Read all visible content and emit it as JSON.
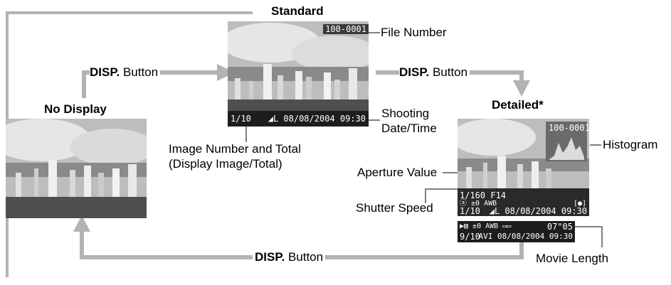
{
  "titles": {
    "standard": "Standard",
    "no_display": "No Display",
    "detailed": "Detailed*"
  },
  "buttons": {
    "disp_bold": "DISP.",
    "disp_text": " Button"
  },
  "callouts": {
    "file_number": "File Number",
    "shooting_1": "Shooting",
    "shooting_2": "Date/Time",
    "image_number_1": "Image Number and Total",
    "image_number_2": "(Display Image/Total)",
    "histogram": "Histogram",
    "aperture": "Aperture Value",
    "shutter": "Shutter Speed",
    "movie_length": "Movie Length"
  },
  "standard_osd": {
    "file_no": "100-0001",
    "image_count": "1/10",
    "datetime": "◢L 08/08/2004 09:30"
  },
  "detailed_osd": {
    "file_no": "100-0001",
    "shutter_aperture": "1/160  F14",
    "settings": "ⓐ ±0  AWB",
    "image_count": "1/10",
    "datetime": "◢L 08/08/2004 09:30",
    "meter_icon": "[●]"
  },
  "movie_osd": {
    "settings": "▶▤ ±0  AWB    ▭▭",
    "length": "07\"05",
    "image_count": "9/10",
    "datetime": "AVI 08/08/2004 09:30"
  },
  "colors": {
    "arrow": "#b3b3b3",
    "leader": "#000000",
    "sky": "#c9c9c9",
    "water": "#5a5a5a"
  }
}
